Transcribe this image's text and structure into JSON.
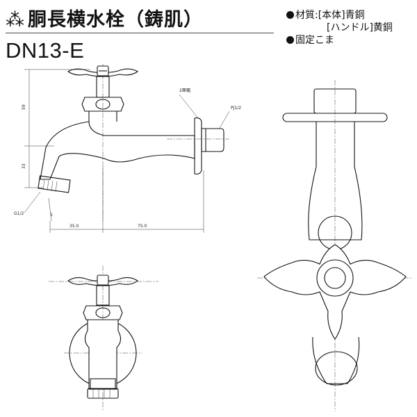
{
  "header": {
    "mark": "⁂",
    "title": "胴長横水栓（鋳肌）"
  },
  "model": "DN13-E",
  "specs": {
    "material_label": "材質:",
    "material_body": "[本体]青銅",
    "material_handle": "[ハンドル]黄銅",
    "fixed_piece": "固定こま"
  },
  "dimensions": {
    "height_upper": "59",
    "height_lower": "33",
    "width_left": "35.0",
    "width_right": "75.0",
    "small_offset": "5",
    "outlet_thread": "G1/2",
    "inlet_thread": "PJ1/2",
    "wrench_note": "2面幅"
  }
}
